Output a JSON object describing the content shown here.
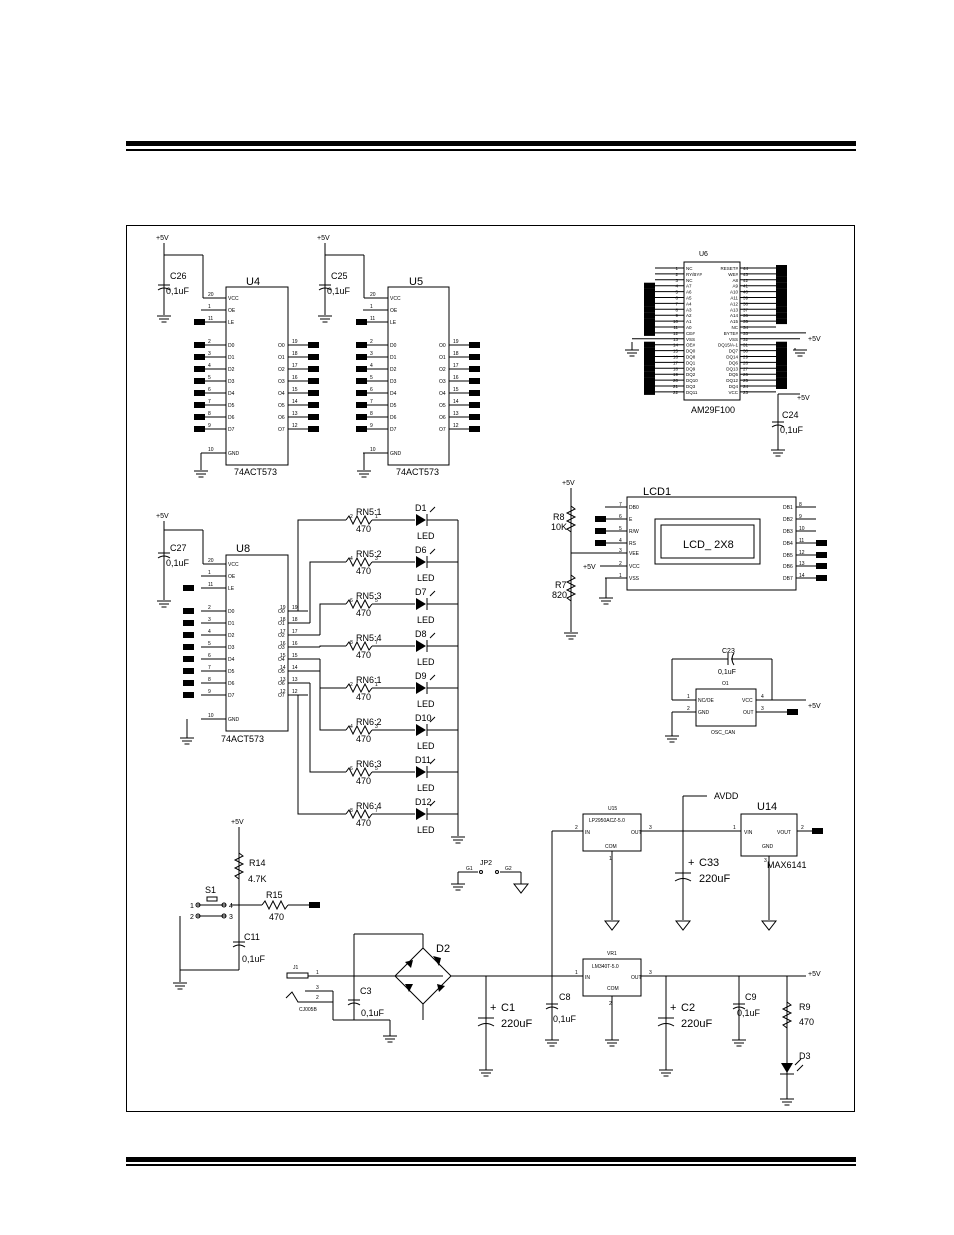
{
  "header": {
    "rule_top": "thick-thin"
  },
  "u4": {
    "ref": "U4",
    "part": "74ACT573",
    "cap": "C26",
    "cap_val": "0,1uF",
    "power": "+5V",
    "left_pins": [
      {
        "n": "20",
        "l": "VCC"
      },
      {
        "n": "1",
        "l": "OE"
      },
      {
        "n": "11",
        "l": "LE"
      },
      {
        "n": "2",
        "l": "D0"
      },
      {
        "n": "3",
        "l": "D1"
      },
      {
        "n": "4",
        "l": "D2"
      },
      {
        "n": "5",
        "l": "D3"
      },
      {
        "n": "6",
        "l": "D4"
      },
      {
        "n": "7",
        "l": "D5"
      },
      {
        "n": "8",
        "l": "D6"
      },
      {
        "n": "9",
        "l": "D7"
      },
      {
        "n": "10",
        "l": "GND"
      }
    ],
    "right_pins": [
      {
        "n": "19",
        "l": "O0"
      },
      {
        "n": "18",
        "l": "O1"
      },
      {
        "n": "17",
        "l": "O2"
      },
      {
        "n": "16",
        "l": "O3"
      },
      {
        "n": "15",
        "l": "O4"
      },
      {
        "n": "14",
        "l": "O5"
      },
      {
        "n": "13",
        "l": "O6"
      },
      {
        "n": "12",
        "l": "O7"
      }
    ]
  },
  "u5": {
    "ref": "U5",
    "part": "74ACT573",
    "cap": "C25",
    "cap_val": "0,1uF",
    "power": "+5V"
  },
  "u8": {
    "ref": "U8",
    "part": "74ACT573",
    "cap": "C27",
    "cap_val": "0,1uF",
    "power": "+5V"
  },
  "u6": {
    "ref": "U6",
    "part": "AM29F100",
    "cap": "C24",
    "cap_val": "0,1uF",
    "power": "+5V",
    "left_pins": [
      {
        "n": "1",
        "l": "NC"
      },
      {
        "n": "2",
        "l": "RY/BY#"
      },
      {
        "n": "3",
        "l": "NC"
      },
      {
        "n": "4",
        "l": "A7"
      },
      {
        "n": "5",
        "l": "A6"
      },
      {
        "n": "6",
        "l": "A5"
      },
      {
        "n": "7",
        "l": "A4"
      },
      {
        "n": "8",
        "l": "A3"
      },
      {
        "n": "9",
        "l": "A2"
      },
      {
        "n": "10",
        "l": "A1"
      },
      {
        "n": "11",
        "l": "A0"
      },
      {
        "n": "12",
        "l": "CE#"
      },
      {
        "n": "13",
        "l": "VSS"
      },
      {
        "n": "14",
        "l": "OE#"
      },
      {
        "n": "15",
        "l": "DQ0"
      },
      {
        "n": "16",
        "l": "DQ8"
      },
      {
        "n": "17",
        "l": "DQ1"
      },
      {
        "n": "18",
        "l": "DQ9"
      },
      {
        "n": "19",
        "l": "DQ2"
      },
      {
        "n": "20",
        "l": "DQ10"
      },
      {
        "n": "21",
        "l": "DQ3"
      },
      {
        "n": "22",
        "l": "DQ11"
      }
    ],
    "right_pins": [
      {
        "n": "44",
        "l": "RESET#"
      },
      {
        "n": "43",
        "l": "WE#"
      },
      {
        "n": "42",
        "l": "A8"
      },
      {
        "n": "41",
        "l": "A9"
      },
      {
        "n": "40",
        "l": "A10"
      },
      {
        "n": "39",
        "l": "A11"
      },
      {
        "n": "38",
        "l": "A12"
      },
      {
        "n": "37",
        "l": "A13"
      },
      {
        "n": "36",
        "l": "A14"
      },
      {
        "n": "35",
        "l": "A15"
      },
      {
        "n": "34",
        "l": "NC"
      },
      {
        "n": "33",
        "l": "BYTE#"
      },
      {
        "n": "32",
        "l": "VSS"
      },
      {
        "n": "31",
        "l": "DQ15/A-1"
      },
      {
        "n": "30",
        "l": "DQ7"
      },
      {
        "n": "29",
        "l": "DQ14"
      },
      {
        "n": "28",
        "l": "DQ6"
      },
      {
        "n": "27",
        "l": "DQ13"
      },
      {
        "n": "26",
        "l": "DQ5"
      },
      {
        "n": "25",
        "l": "DQ12"
      },
      {
        "n": "24",
        "l": "DQ4"
      },
      {
        "n": "23",
        "l": "VCC"
      }
    ]
  },
  "leds": [
    {
      "rn": "RN5:1",
      "pa": "2",
      "pb": "1",
      "val": "470",
      "d": "D1",
      "lbl": "LED",
      "pin": "19",
      "out": "O0"
    },
    {
      "rn": "RN5:2",
      "pa": "4",
      "pb": "3",
      "val": "470",
      "d": "D6",
      "lbl": "LED",
      "pin": "18",
      "out": "O1"
    },
    {
      "rn": "RN5:3",
      "pa": "6",
      "pb": "5",
      "val": "470",
      "d": "D7",
      "lbl": "LED",
      "pin": "17",
      "out": "O2"
    },
    {
      "rn": "RN5:4",
      "pa": "8",
      "pb": "7",
      "val": "470",
      "d": "D8",
      "lbl": "LED",
      "pin": "16",
      "out": "O3"
    },
    {
      "rn": "RN6:1",
      "pa": "2",
      "pb": "1",
      "val": "470",
      "d": "D9",
      "lbl": "LED",
      "pin": "15",
      "out": "O4"
    },
    {
      "rn": "RN6:2",
      "pa": "4",
      "pb": "3",
      "val": "470",
      "d": "D10",
      "lbl": "LED",
      "pin": "14",
      "out": "O5"
    },
    {
      "rn": "RN6:3",
      "pa": "6",
      "pb": "5",
      "val": "470",
      "d": "D11",
      "lbl": "LED",
      "pin": "13",
      "out": "O6"
    },
    {
      "rn": "RN6:4",
      "pa": "8",
      "pb": "7",
      "val": "470",
      "d": "D12",
      "lbl": "LED",
      "pin": "12",
      "out": "O7"
    }
  ],
  "lcd": {
    "ref": "LCD1",
    "text": "LCD_ 2X8",
    "r8": "R8",
    "r8_val": "10K",
    "r7": "R7",
    "r7_val": "820",
    "power": "+5V",
    "left_pins": [
      {
        "n": "7",
        "l": "DB0"
      },
      {
        "n": "6",
        "l": "E"
      },
      {
        "n": "5",
        "l": "R/W"
      },
      {
        "n": "4",
        "l": "RS"
      },
      {
        "n": "3",
        "l": "VEE"
      },
      {
        "n": "2",
        "l": "VCC"
      },
      {
        "n": "1",
        "l": "VSS"
      }
    ],
    "right_pins": [
      {
        "n": "8",
        "l": "DB1"
      },
      {
        "n": "9",
        "l": "DB2"
      },
      {
        "n": "10",
        "l": "DB3"
      },
      {
        "n": "11",
        "l": "DB4"
      },
      {
        "n": "12",
        "l": "DB5"
      },
      {
        "n": "13",
        "l": "DB6"
      },
      {
        "n": "14",
        "l": "DB7"
      }
    ]
  },
  "osc": {
    "ref": "O1",
    "part": "OSC_CAN",
    "cap": "C23",
    "cap_val": "0,1uF",
    "power": "+5V",
    "pins": [
      {
        "n": "1",
        "l": "NC/OE"
      },
      {
        "n": "2",
        "l": "GND"
      },
      {
        "n": "4",
        "l": "VCC"
      },
      {
        "n": "3",
        "l": "OUT"
      }
    ]
  },
  "reset": {
    "power": "+5V",
    "r14": "R14",
    "r14_val": "4.7K",
    "r15": "R15",
    "r15_val": "470",
    "sw": "S1",
    "cap": "C11",
    "cap_val": "0,1uF",
    "sw_pins": [
      "1",
      "2",
      "3",
      "4"
    ]
  },
  "jp2": {
    "ref": "JP2",
    "g1": "G1",
    "g2": "G2"
  },
  "u15": {
    "ref": "U15",
    "part": "LP2950ACZ-5.0",
    "in": "IN",
    "out": "OUT",
    "com": "COM",
    "p1": "1",
    "p2": "2",
    "p3": "3"
  },
  "u14": {
    "ref": "U14",
    "part": "MAX6141",
    "vin": "VIN",
    "vout": "VOUT",
    "gnd": "GND",
    "p1": "1",
    "p2": "2",
    "p3": "3"
  },
  "avdd": "AVDD",
  "c33": {
    "ref": "C33",
    "val": "220uF"
  },
  "power_in": {
    "j1": "J1",
    "jack": "CJ005B",
    "p1": "1",
    "p2": "2",
    "p3": "3",
    "c3": "C3",
    "c3_val": "0,1uF",
    "d2": "D2",
    "c1": "C1",
    "c1_val": "220uF",
    "c8": "C8",
    "c8_val": "0,1uF"
  },
  "vr1": {
    "ref": "VR1",
    "part": "LM340T-5.0",
    "in": "IN",
    "out": "OUT",
    "com": "COM",
    "p1": "1",
    "p2": "2",
    "p3": "3"
  },
  "out_stage": {
    "c2": "C2",
    "c2_val": "220uF",
    "c9": "C9",
    "c9_val": "0,1uF",
    "r9": "R9",
    "r9_val": "470",
    "d3": "D3",
    "power": "+5V"
  }
}
